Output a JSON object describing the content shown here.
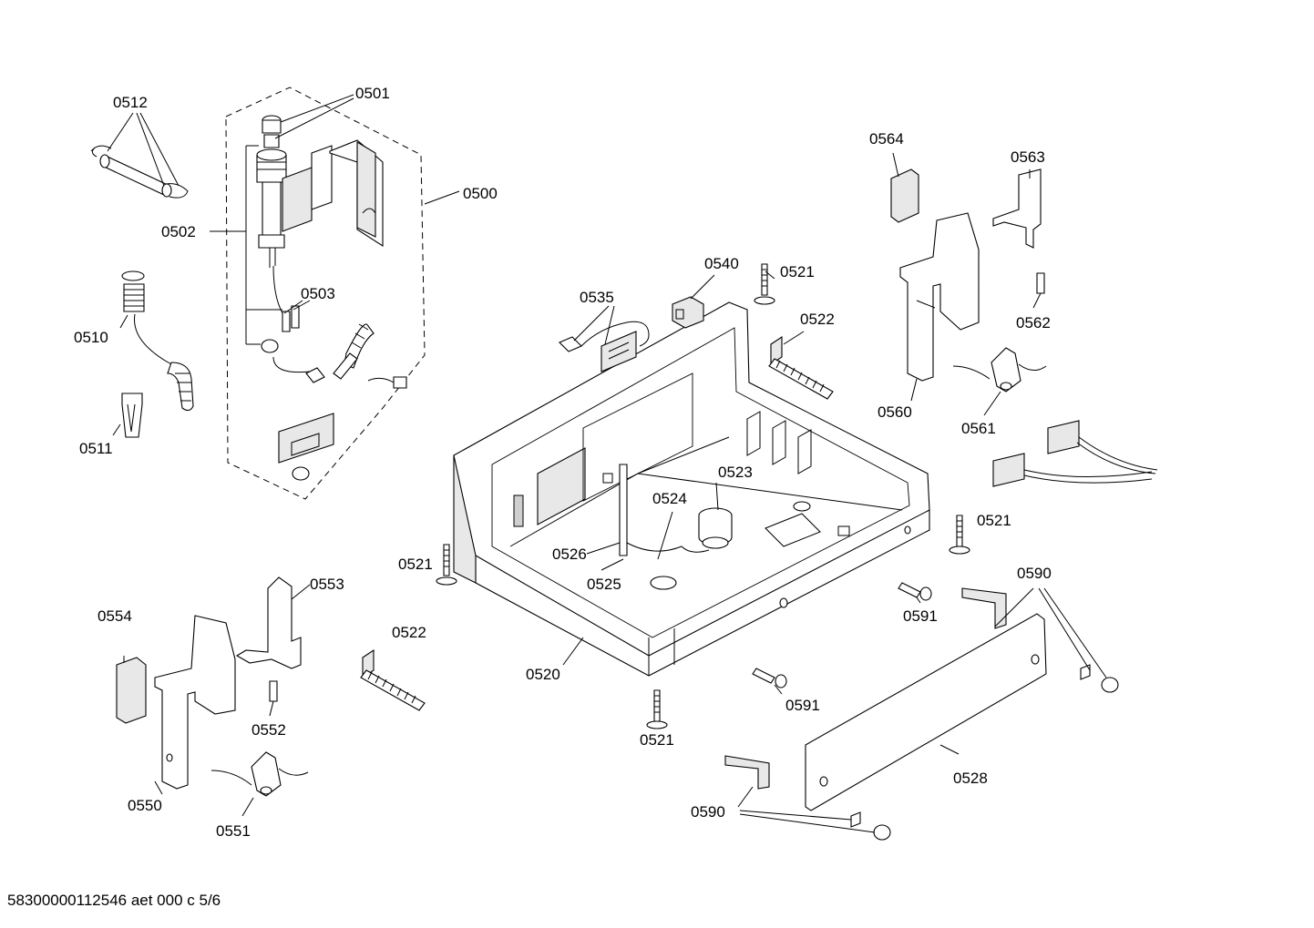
{
  "labels": {
    "l0500": "0500",
    "l0501": "0501",
    "l0502": "0502",
    "l0503": "0503",
    "l0510": "0510",
    "l0511": "0511",
    "l0512": "0512",
    "l0520": "0520",
    "l0521": "0521",
    "l0522": "0522",
    "l0523": "0523",
    "l0524": "0524",
    "l0525": "0525",
    "l0526": "0526",
    "l0528": "0528",
    "l0535": "0535",
    "l0540": "0540",
    "l0550": "0550",
    "l0551": "0551",
    "l0552": "0552",
    "l0553": "0553",
    "l0554": "0554",
    "l0560": "0560",
    "l0561": "0561",
    "l0562": "0562",
    "l0563": "0563",
    "l0564": "0564",
    "l0590": "0590",
    "l0591": "0591"
  },
  "footer": "58300000112546 aet 000 c 5/6"
}
